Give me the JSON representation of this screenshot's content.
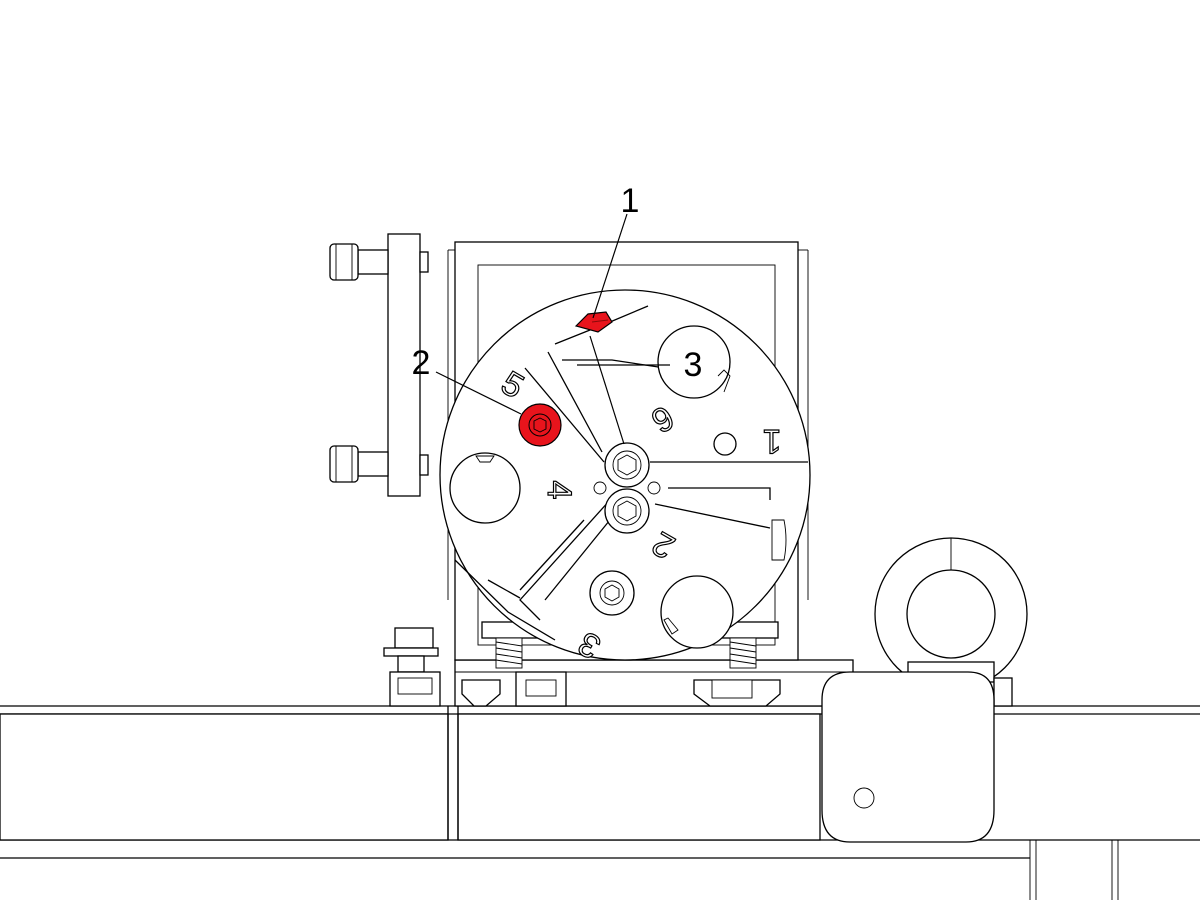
{
  "colors": {
    "highlight": "#e8141c",
    "highlight_dark": "#8a0a0a",
    "line": "#000000",
    "background": "#ffffff"
  },
  "callouts": {
    "c1": "1",
    "c2": "2",
    "c3": "3"
  },
  "dial": {
    "pos1": "1",
    "pos2": "2",
    "pos3": "3",
    "pos4": "4",
    "pos5": "5",
    "pos6": "6"
  }
}
